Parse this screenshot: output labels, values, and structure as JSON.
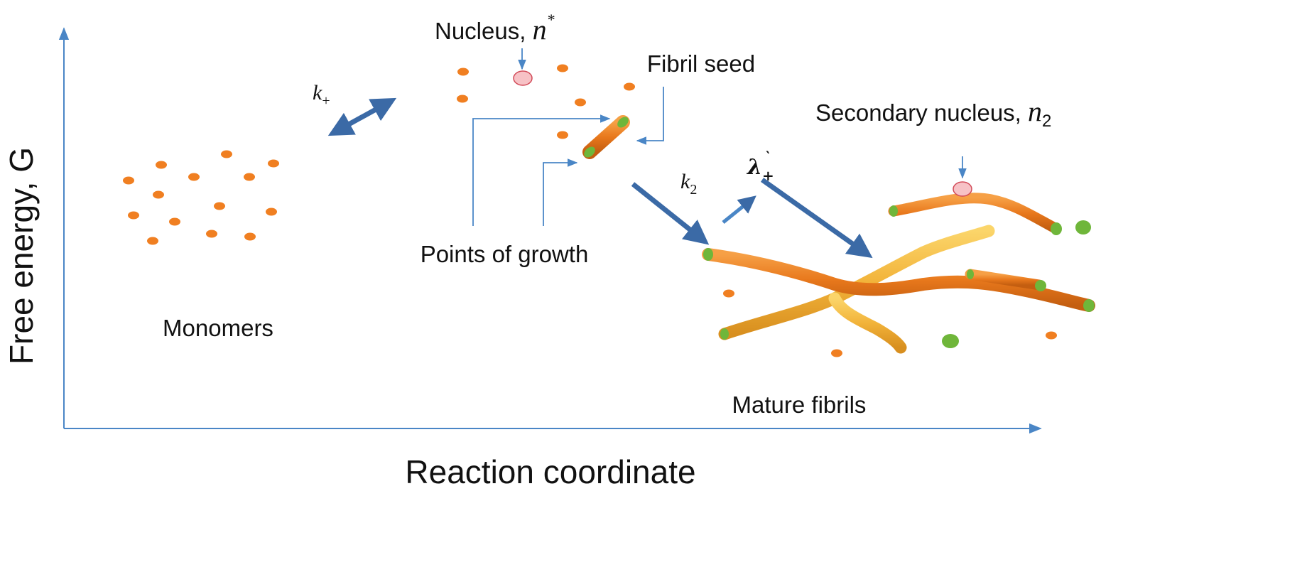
{
  "axes": {
    "y_label": "Free energy, G",
    "x_label": "Reaction coordinate",
    "color": "#4a86c6"
  },
  "labels": {
    "monomers": "Monomers",
    "nucleus": "Nucleus,",
    "nucleus_symbol": "n",
    "nucleus_sup": "*",
    "fibril_seed": "Fibril seed",
    "points_of_growth": "Points of growth",
    "secondary_nucleus": "Secondary nucleus,",
    "secondary_symbol": "n",
    "secondary_sub": "2",
    "mature_fibrils": "Mature fibrils"
  },
  "rates": {
    "k_plus": "k",
    "k_plus_sub": "+",
    "k2": "k",
    "k2_sub": "2",
    "lambda_plus": "λ",
    "lambda_plus_sub": "+",
    "lambda_plus_mark": "`"
  },
  "colors": {
    "monomer": "#f07f21",
    "fibril": "#e8781c",
    "fibril_light": "#f2b33a",
    "fibril_end": "#6fb63a",
    "nucleus_fill": "#f7c2c6",
    "nucleus_stroke": "#d24a58",
    "rate_arrow": "#3b6aa6",
    "pointer": "#4a86c6"
  },
  "icons": {
    "monomer": "orange-dot-icon",
    "nucleus": "pink-ellipse-icon",
    "fibril_end": "green-dot-icon"
  }
}
